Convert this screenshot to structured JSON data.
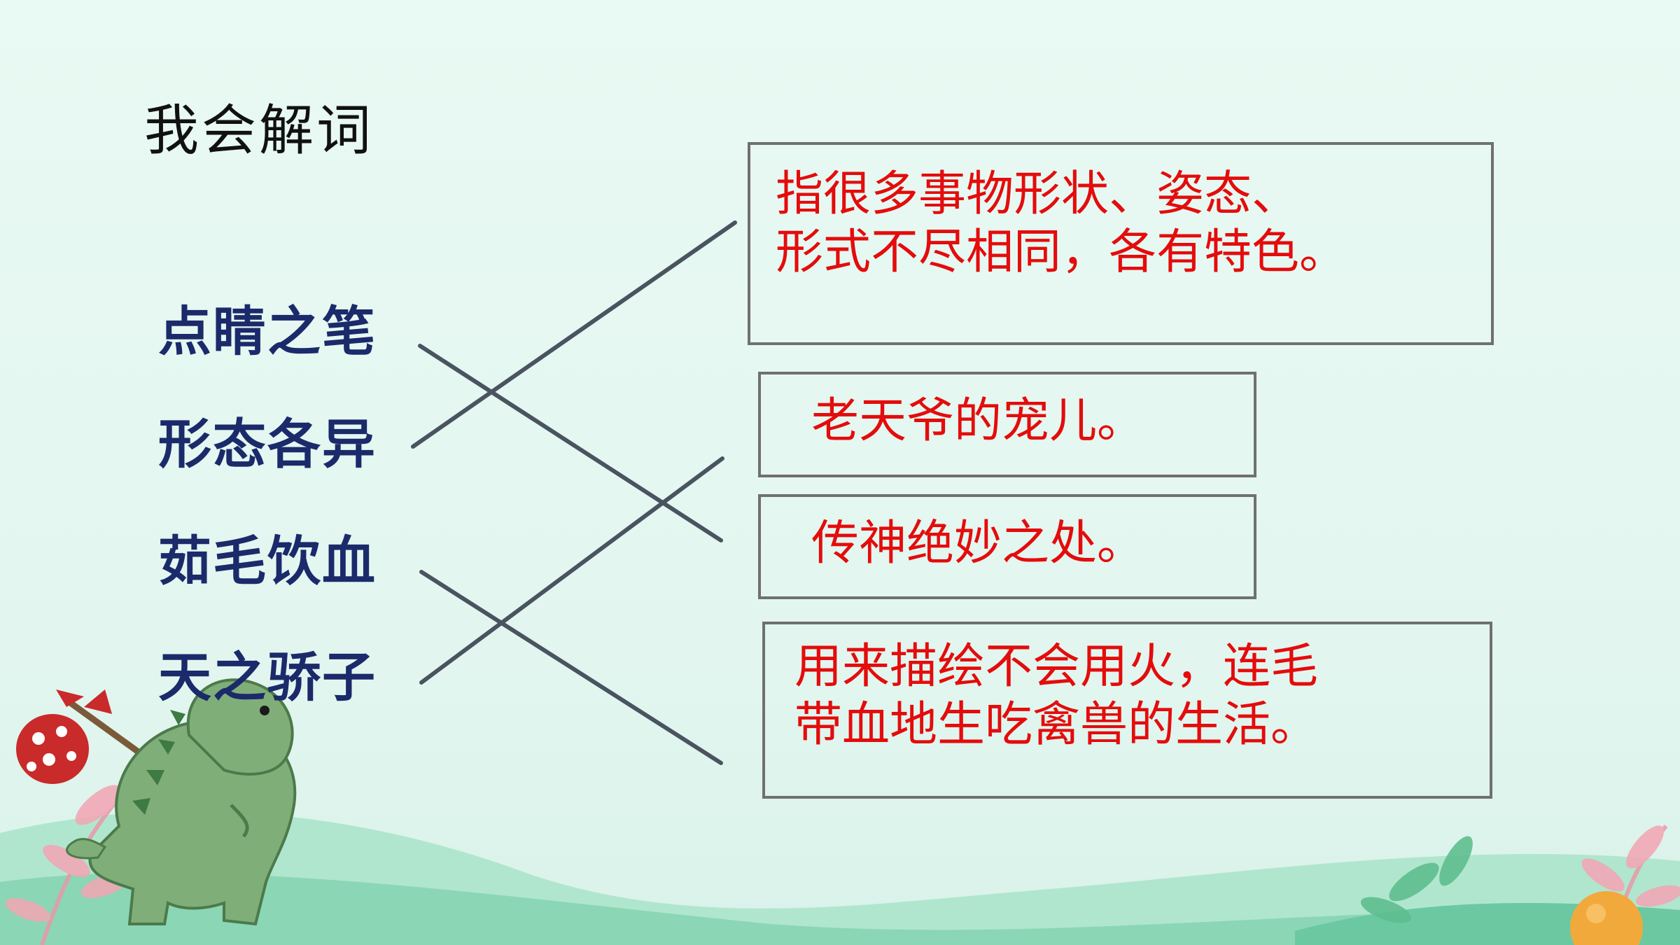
{
  "title": "我会解词",
  "terms": [
    "点睛之笔",
    "形态各异",
    "茹毛饮血",
    "天之骄子"
  ],
  "definitions": [
    {
      "lines": [
        "指很多事物形状、姿态、",
        "形式不尽相同，各有特色。"
      ]
    },
    {
      "lines": [
        "老天爷的宠儿。"
      ]
    },
    {
      "lines": [
        "传神绝妙之处。"
      ]
    },
    {
      "lines": [
        "用来描绘不会用火，连毛",
        "带血地生吃禽兽的生活。"
      ]
    }
  ],
  "matches": [
    {
      "term": "点睛之笔",
      "definition": "传神绝妙之处。"
    },
    {
      "term": "形态各异",
      "definition": "指很多事物形状、姿态、形式不尽相同，各有特色。"
    },
    {
      "term": "茹毛饮血",
      "definition": "用来描绘不会用火，连毛带血地生吃禽兽的生活。"
    },
    {
      "term": "天之骄子",
      "definition": "老天爷的宠儿。"
    }
  ],
  "colors": {
    "background": "#e6f7f1",
    "term_text": "#1b2a6a",
    "definition_text": "#e40c0c",
    "box_border": "#707070",
    "connector_line": "#4a5360"
  },
  "decorations": [
    "dinosaur-with-bundle",
    "pink-leaf-branches",
    "green-ground-hills",
    "orange-fruit"
  ]
}
